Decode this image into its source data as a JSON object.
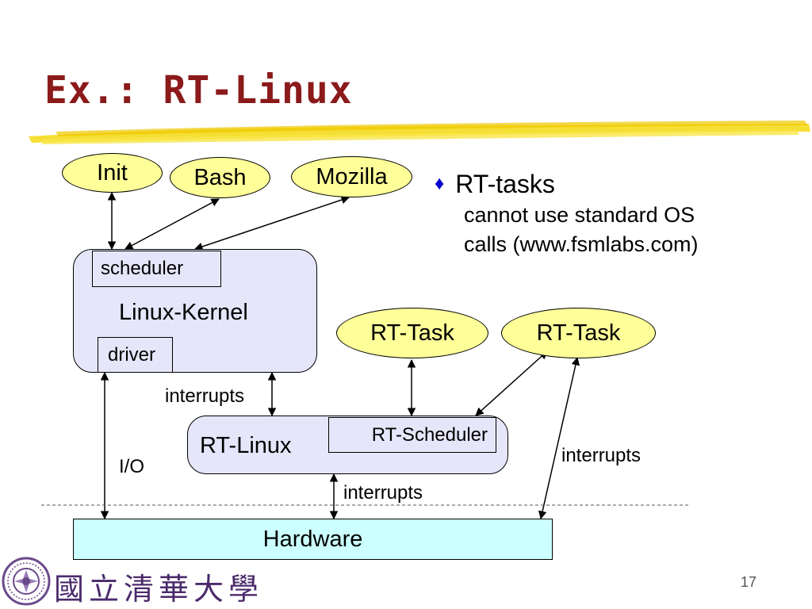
{
  "slide": {
    "title": "Ex.: RT-Linux",
    "page_number": "17"
  },
  "diagram": {
    "processes": {
      "init": "Init",
      "bash": "Bash",
      "mozilla": "Mozilla"
    },
    "linux_kernel": {
      "label": "Linux-Kernel",
      "scheduler": "scheduler",
      "driver": "driver"
    },
    "rt_tasks": [
      "RT-Task",
      "RT-Task"
    ],
    "rt_linux": {
      "label": "RT-Linux",
      "scheduler": "RT-Scheduler"
    },
    "hardware": "Hardware",
    "labels": {
      "interrupts_kernel": "interrupts",
      "interrupts_hw": "interrupts",
      "interrupts_right": "interrupts",
      "io": "I/O"
    }
  },
  "bullets": {
    "heading": "RT-tasks",
    "line1": "cannot use standard OS",
    "line2": "calls (www.fsmlabs.com)"
  },
  "footer": {
    "university": "國立清華大學"
  },
  "colors": {
    "title": "#8b1a1a",
    "ellipse_fill": "#ffff99",
    "box_fill": "#e6e6fa",
    "hardware_fill": "#ccffff",
    "bullet": "#0000cc",
    "underline_brush": "#f2d600"
  }
}
